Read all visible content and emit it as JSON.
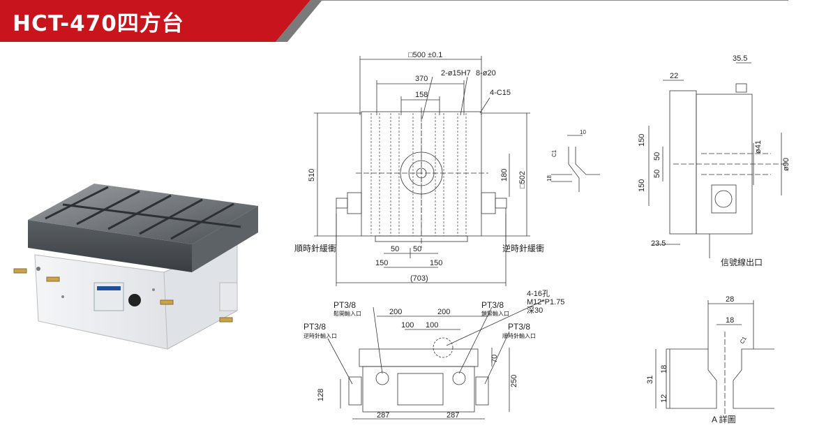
{
  "header": {
    "title": "HCT-470四方台",
    "accent_color": "#c8141c"
  },
  "top_view": {
    "dims": {
      "outer_width": "□500 ±0.1",
      "holes_2": "2-ø15H7",
      "holes_8": "8-ø20",
      "dim_370": "370",
      "dim_158": "158",
      "chamfer": "4-C15",
      "height_510": "510",
      "dim_180": "180",
      "square_502": "□502",
      "dim_50a": "50",
      "dim_50b": "50",
      "dim_150a": "150",
      "dim_150b": "150",
      "overall_703": "(703)"
    },
    "labels": {
      "cw_buffer": "順時針緩衝",
      "ccw_buffer": "逆時針緩衝"
    }
  },
  "detail_small": {
    "dim_10": "10",
    "dim_c1": "C1",
    "dim_18": "18"
  },
  "side_view": {
    "dims": {
      "dim_22": "22",
      "dim_35_5": "35.5",
      "dim_150a": "150",
      "dim_50a": "50",
      "dim_50b": "50",
      "dim_150b": "150",
      "dia_41": "ø41",
      "dia_90": "ø90",
      "dim_23_5": "23.5"
    },
    "labels": {
      "signal_outlet": "信號線出口"
    }
  },
  "front_view": {
    "dims": {
      "dim_200a": "200",
      "dim_200b": "200",
      "dim_100a": "100",
      "dim_100b": "100",
      "holes": "4-16孔",
      "thread": "M12*P1.75",
      "depth": "深30",
      "dim_70": "70",
      "dim_250": "250",
      "dim_128": "128",
      "dim_287a": "287",
      "dim_287b": "287"
    },
    "labels": {
      "pt_loose": "PT3/8",
      "pt_loose_sub": "鬆開輸入口",
      "pt_clamp": "PT3/8",
      "pt_clamp_sub": "鎖緊輸入口",
      "pt_ccw": "PT3/8",
      "pt_ccw_sub": "逆時針輸入口",
      "pt_cw": "PT3/8",
      "pt_cw_sub": "順時針輸入口"
    }
  },
  "detail_a": {
    "dim_28": "28",
    "dim_18": "18",
    "dim_c1": "C1",
    "dim_31": "31",
    "dim_18b": "18",
    "dim_12": "12",
    "caption": "A 詳圖"
  }
}
